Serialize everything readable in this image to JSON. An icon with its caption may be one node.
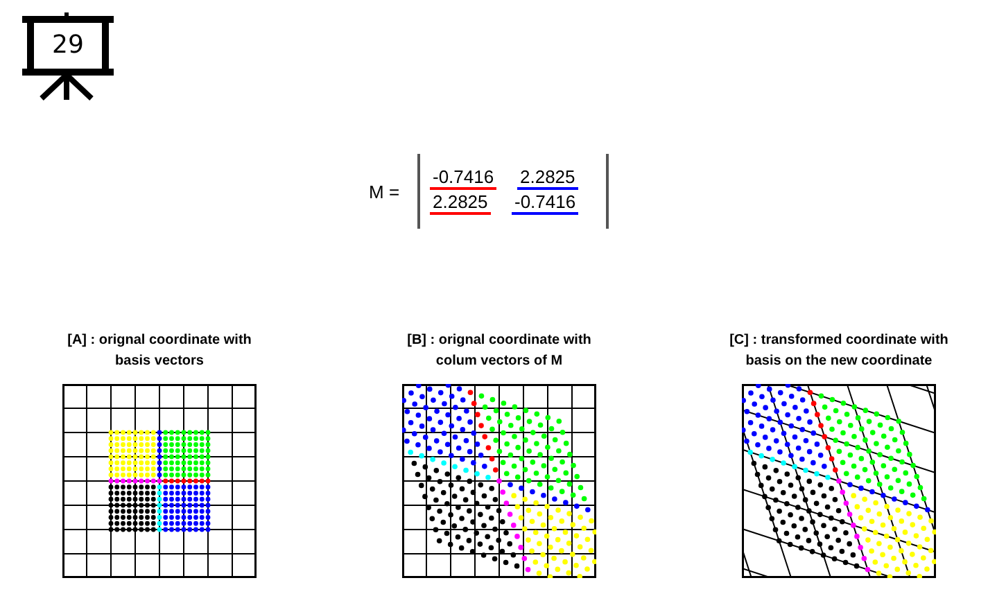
{
  "diagram": {
    "nodes": [
      {
        "text": [
          "29"
        ]
      },
      {
        "text": [
          "[A] : orignal coordinate with basis vectors"
        ]
      },
      {
        "text": [
          "[B] : orignal coordinate with colum vectors of M"
        ]
      },
      {
        "text": [
          "[C] : transformed coordinate with basis on the new coordinate"
        ]
      }
    ],
    "labels": [
      "M =",
      "-0.7416",
      "2.2825",
      "2.2825",
      "-0.7416"
    ]
  }
}
